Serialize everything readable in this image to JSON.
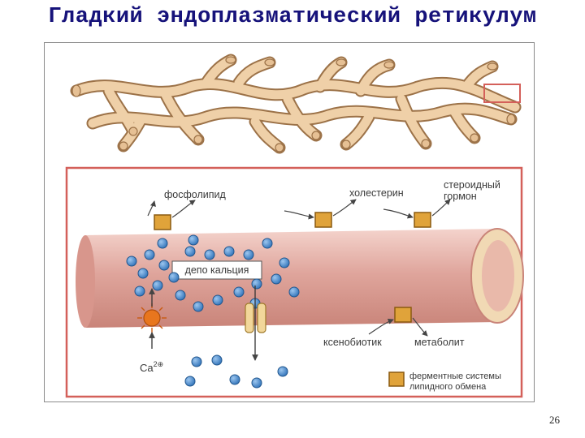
{
  "title": "Гладкий эндоплазматический ретикулум",
  "page_number": "26",
  "colors": {
    "title": "#16127a",
    "tube": "#d99a90",
    "network": "#e9c49a",
    "enzyme": "#e0a33a",
    "calcium": "#4a88cc",
    "detail_frame": "#d4605a",
    "pump": "#e8761e"
  },
  "diagram": {
    "labels": {
      "phospholipid": "фосфолипид",
      "cholesterol": "холестерин",
      "steroid_line1": "стероидный",
      "steroid_line2": "гормон",
      "calcium_depot": "депо кальция",
      "xenobiotic": "ксенобиотик",
      "metabolite": "метаболит",
      "calcium_ion": "Ca",
      "calcium_charge": "2⊕"
    },
    "legend": {
      "line1": "ферментные системы",
      "line2": "липидного обмена",
      "icon": "enzyme-square-icon"
    }
  }
}
